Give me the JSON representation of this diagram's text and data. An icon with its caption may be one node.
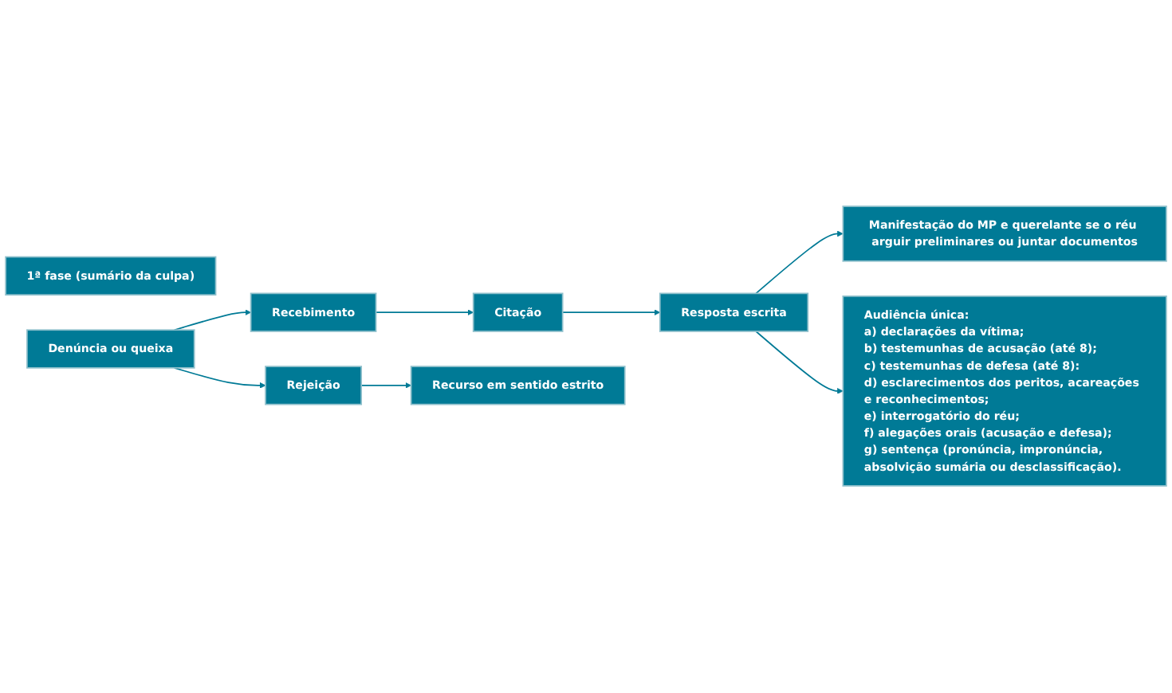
{
  "diagram": {
    "nodes": [
      {
        "text": [
          "1ª fase (sumário da culpa)"
        ]
      },
      {
        "text": [
          "Denúncia ou queixa"
        ]
      },
      {
        "text": [
          "Recebimento"
        ]
      },
      {
        "text": [
          "Citação"
        ]
      },
      {
        "text": [
          "Resposta escrita"
        ]
      },
      {
        "text": [
          "Rejeição"
        ]
      },
      {
        "text": [
          "Recurso em sentido estrito"
        ]
      },
      {
        "text": [
          "Manifestação do MP e querelante se o réu arguir preliminares ou juntar documentos"
        ]
      },
      {
        "text": [
          "Audiência única:",
          "a) declarações da vítima;",
          "b) testemunhas de acusação (até 8);",
          "c) testemunhas de defesa (até 8):",
          "d) esclarecimentos dos peritos, acareações e reconhecimentos;",
          "e) interrogatório do réu;",
          "f) alegações orais (acusação e defesa);",
          "g) sentença (pronúncia, impronúncia, absolvição sumária ou desclassificação)."
        ]
      }
    ],
    "edges": [
      {
        "from": 1,
        "to": 2,
        "arrow": "to"
      },
      {
        "from": 2,
        "to": 3,
        "arrow": "to"
      },
      {
        "from": 3,
        "to": 4,
        "arrow": "to"
      },
      {
        "from": 1,
        "to": 5,
        "arrow": "to"
      },
      {
        "from": 5,
        "to": 6,
        "arrow": "to"
      },
      {
        "from": 4,
        "to": 7,
        "arrow": "to"
      },
      {
        "from": 4,
        "to": 8,
        "arrow": "to"
      }
    ]
  }
}
